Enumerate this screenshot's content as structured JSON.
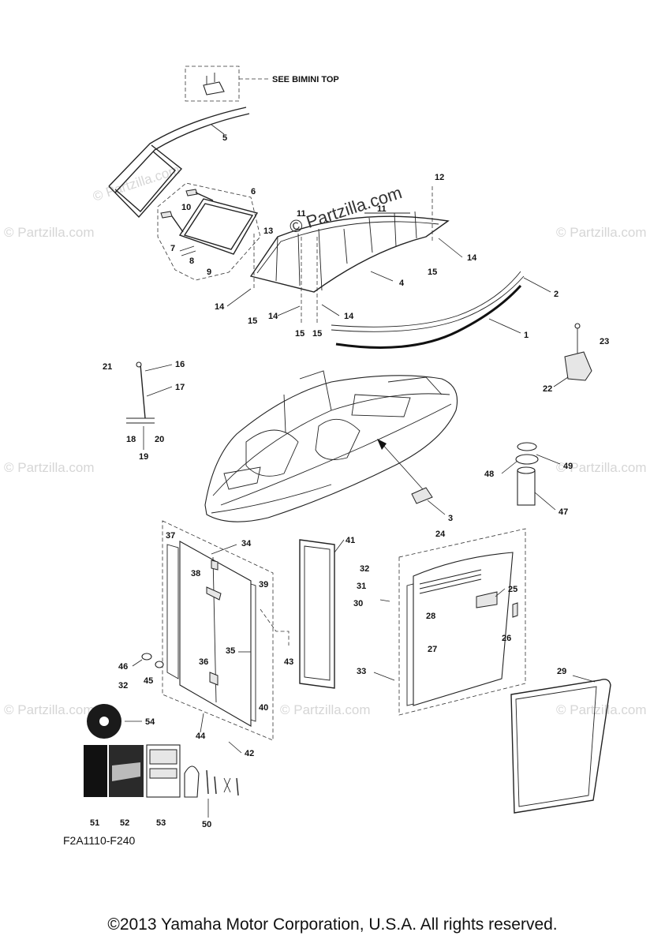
{
  "watermark": "© Partzilla.com",
  "center_watermark": "© Partzilla.com",
  "see_bimini_label": "SEE BIMINI TOP",
  "diagram_code": "F2A1110-F240",
  "copyright": "©2013 Yamaha Motor Corporation, U.S.A. All rights reserved.",
  "callouts": [
    "1",
    "2",
    "3",
    "4",
    "5",
    "6",
    "7",
    "8",
    "9",
    "10",
    "11",
    "12",
    "13",
    "14",
    "15",
    "16",
    "17",
    "18",
    "19",
    "20",
    "21",
    "22",
    "23",
    "24",
    "25",
    "26",
    "27",
    "28",
    "29",
    "30",
    "31",
    "32",
    "33",
    "34",
    "35",
    "36",
    "37",
    "38",
    "39",
    "40",
    "41",
    "42",
    "43",
    "44",
    "45",
    "46",
    "47",
    "48",
    "49",
    "50",
    "51",
    "52",
    "53",
    "54"
  ],
  "callout_14": "14",
  "callout_15": "15",
  "callout_11": "11",
  "callout_32": "32"
}
